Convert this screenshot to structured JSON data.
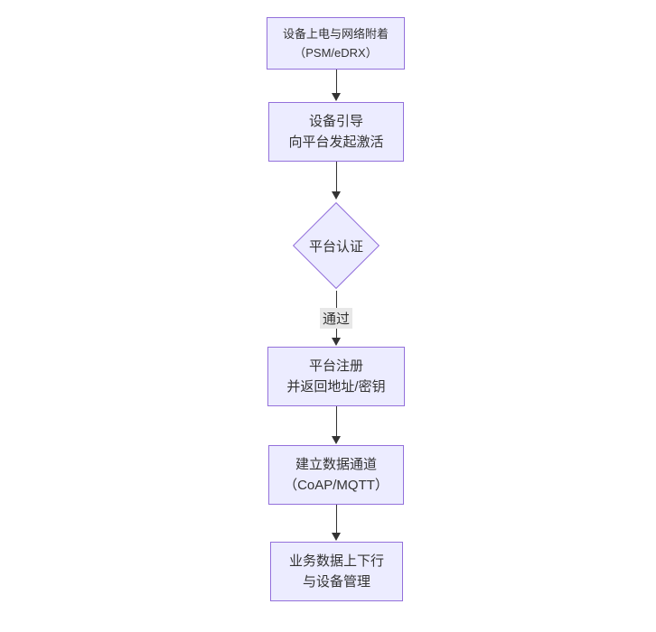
{
  "diagram": {
    "type": "flowchart",
    "direction": "top-down",
    "colors": {
      "background": "#ffffff",
      "node_fill": "#ECECFF",
      "node_border": "#9370DB",
      "line": "#333333",
      "edge_label_bg": "#e8e8e8",
      "text": "#333333"
    },
    "nodes": [
      {
        "id": "power-attach",
        "shape": "rect",
        "lines": [
          "设备上电与网络附着",
          "（PSM/eDRX）"
        ]
      },
      {
        "id": "bootstrap",
        "shape": "rect",
        "lines": [
          "设备引导",
          "向平台发起激活"
        ]
      },
      {
        "id": "platform-auth",
        "shape": "diamond",
        "lines": [
          "平台认证"
        ]
      },
      {
        "id": "register",
        "shape": "rect",
        "lines": [
          "平台注册",
          "并返回地址/密钥"
        ]
      },
      {
        "id": "data-channel",
        "shape": "rect",
        "lines": [
          "建立数据通道",
          "（CoAP/MQTT）"
        ]
      },
      {
        "id": "business-data",
        "shape": "rect",
        "lines": [
          "业务数据上下行",
          "与设备管理"
        ]
      }
    ],
    "edges": [
      {
        "from": "power-attach",
        "to": "bootstrap",
        "label": ""
      },
      {
        "from": "bootstrap",
        "to": "platform-auth",
        "label": ""
      },
      {
        "from": "platform-auth",
        "to": "register",
        "label": "通过"
      },
      {
        "from": "register",
        "to": "data-channel",
        "label": ""
      },
      {
        "from": "data-channel",
        "to": "business-data",
        "label": ""
      }
    ]
  }
}
